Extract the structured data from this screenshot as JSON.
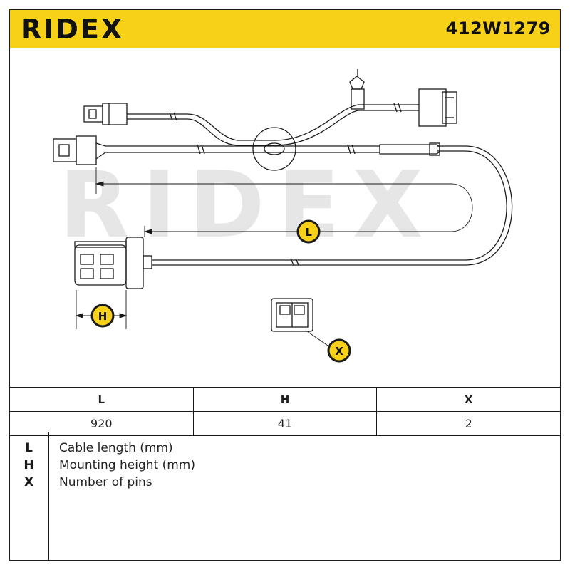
{
  "header": {
    "brand": "RIDEX",
    "part_number": "412W1279"
  },
  "drawing": {
    "watermark": "RIDEX",
    "dimension_labels": {
      "L": "L",
      "H": "H",
      "X": "X"
    }
  },
  "spec_table": {
    "columns": [
      "L",
      "H",
      "X"
    ],
    "values": [
      "920",
      "41",
      "2"
    ]
  },
  "legend": [
    {
      "key": "L",
      "description": "Cable length (mm)"
    },
    {
      "key": "H",
      "description": "Mounting height (mm)"
    },
    {
      "key": "X",
      "description": "Number of pins"
    }
  ],
  "colors": {
    "brand_yellow": "#f7d117",
    "line": "#1a1a1a",
    "watermark": "#e6e6e6"
  }
}
